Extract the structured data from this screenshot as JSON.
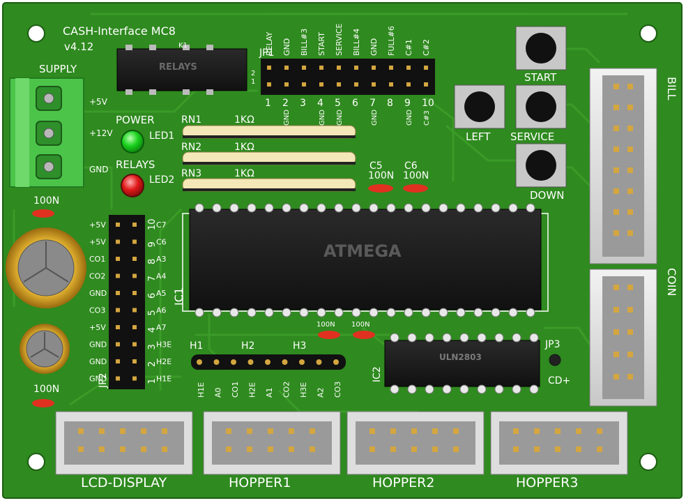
{
  "board": {
    "title": "CASH-Interface MC8",
    "version": "v4.12",
    "colors": {
      "pcb": "#2f8a1f",
      "pcb_dark": "#1f6a14",
      "trace": "#3d9e2a",
      "silk": "#ffffff",
      "chip": "#1a1a1a",
      "header_body": "#d9d9d9",
      "terminal_green": "#4cc44a",
      "led_green": "#19d11d",
      "led_red": "#e01818",
      "cap_gold": "#d9a520",
      "cap_small": "#e03020"
    }
  },
  "supply": {
    "label": "SUPPLY",
    "pins": [
      "+5V",
      "+12V",
      "GND"
    ]
  },
  "leds": {
    "power_label": "POWER",
    "power_ref": "LED1",
    "relays_label": "RELAYS",
    "relays_ref": "LED2"
  },
  "relays": {
    "text": "RELAYS",
    "ref": "K1",
    "pin2": "2",
    "pin1": "1"
  },
  "jp1": {
    "ref": "JP1",
    "top_labels": [
      "RELAY",
      "GND",
      "BILL#3",
      "START",
      "SERVICE",
      "BILL#4",
      "GND",
      "FULL#6",
      "C#1",
      "C#2"
    ],
    "numbers": [
      "1",
      "2",
      "3",
      "4",
      "5",
      "6",
      "7",
      "8",
      "9",
      "10"
    ],
    "bottom_labels": [
      "GND",
      "GND",
      "GND",
      "GND",
      "GND",
      "C#3"
    ]
  },
  "resistors": [
    {
      "ref": "RN1",
      "value": "1KΩ"
    },
    {
      "ref": "RN2",
      "value": "1KΩ"
    },
    {
      "ref": "RN3",
      "value": "1KΩ"
    }
  ],
  "caps_top": [
    {
      "ref": "C5",
      "value": "100N"
    },
    {
      "ref": "C6",
      "value": "100N"
    }
  ],
  "buttons": {
    "start": "START",
    "left": "LEFT",
    "service": "SERVICE",
    "down": "DOWN"
  },
  "side_headers": {
    "bill": "BILL",
    "coin": "COIN"
  },
  "atmega": {
    "text": "ATMEGA",
    "ref": "IC1"
  },
  "uln": {
    "text": "ULN2803",
    "ref": "IC2"
  },
  "jp2": {
    "ref": "JP2",
    "left_labels": [
      "+5V",
      "+5V",
      "CO1",
      "CO2",
      "GND",
      "CO3",
      "+5V",
      "GND",
      "GND",
      "GND"
    ],
    "numbers": [
      "10",
      "9",
      "8",
      "7",
      "6",
      "5",
      "4",
      "3",
      "2",
      "1"
    ],
    "right_labels": [
      "C7",
      "C6",
      "A3",
      "A4",
      "A5",
      "A6",
      "A7",
      "H3E",
      "H2E",
      "H1E"
    ]
  },
  "caps_left": {
    "top_value": "100N",
    "bottom_value": "100N",
    "mid_values": [
      "100N",
      "100N"
    ]
  },
  "jp4": {
    "refs": [
      "H1",
      "H2",
      "H3"
    ],
    "labels": [
      "H1E",
      "A0",
      "CO1",
      "H2E",
      "A1",
      "CO2",
      "H3E",
      "A2",
      "CO3"
    ]
  },
  "jp3": {
    "ref": "JP3",
    "label": "CD+"
  },
  "bottom_headers": [
    "LCD-DISPLAY",
    "HOPPER1",
    "HOPPER2",
    "HOPPER3"
  ]
}
